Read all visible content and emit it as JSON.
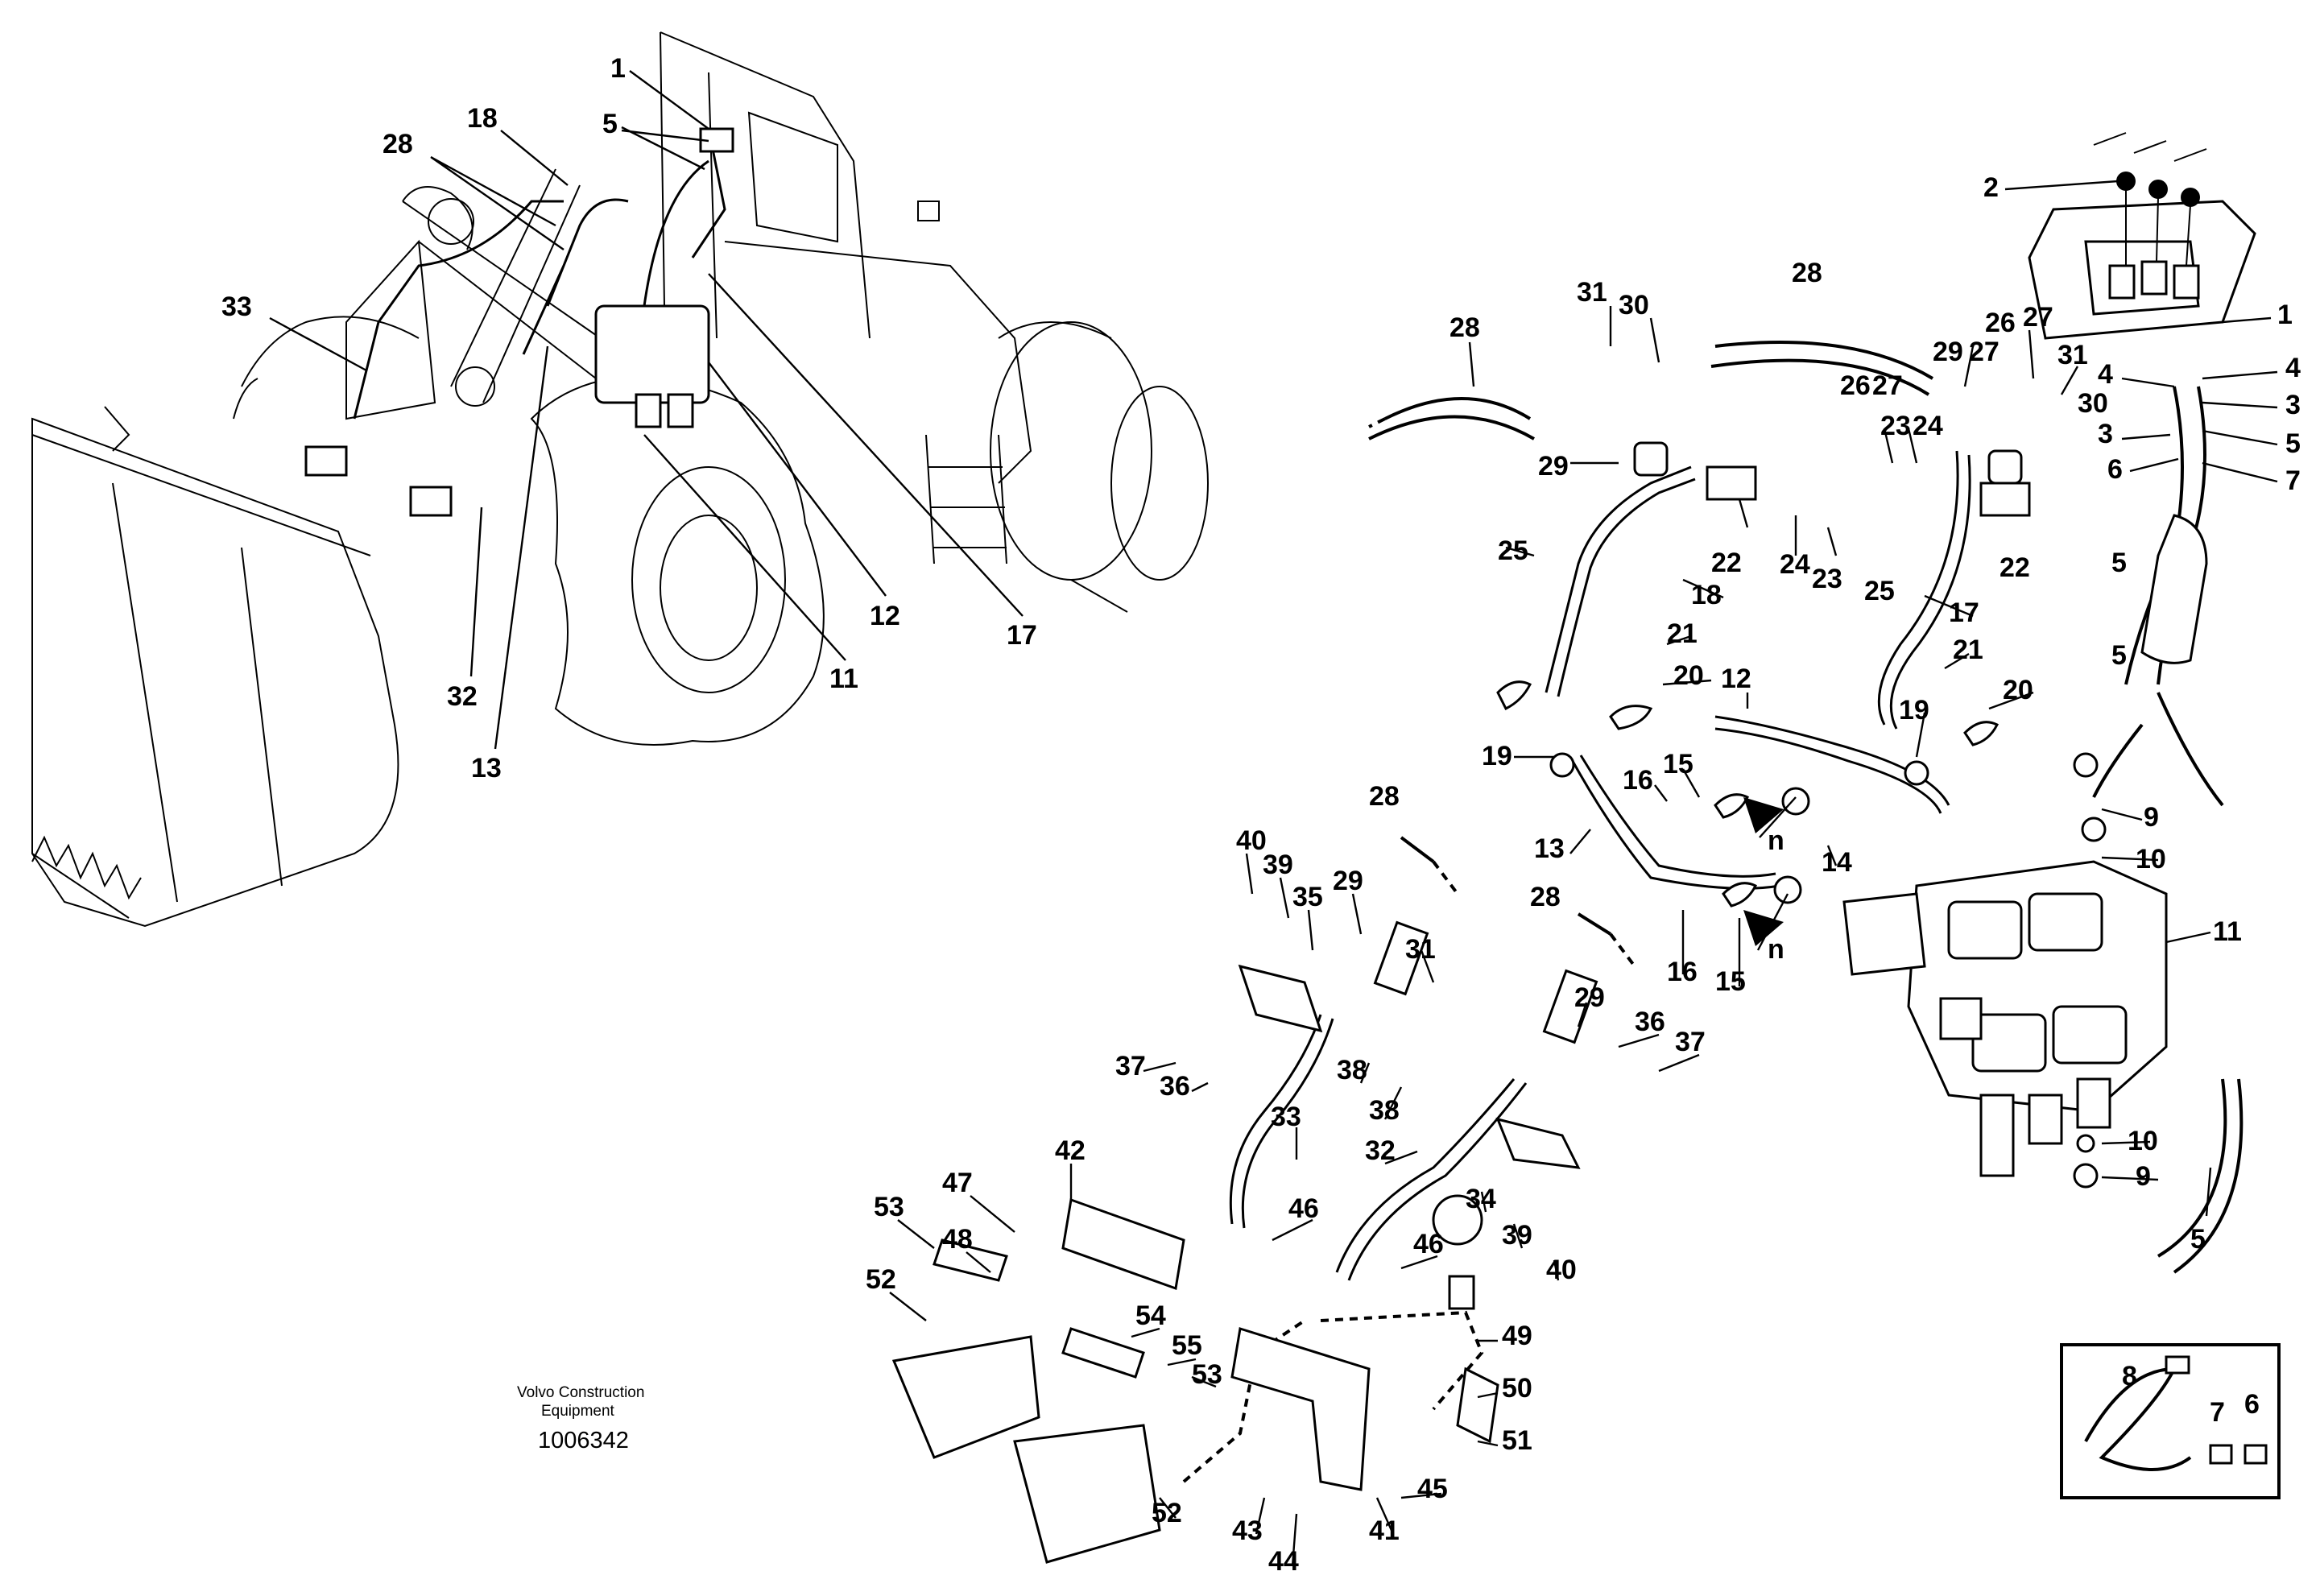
{
  "credit": {
    "line1": "Volvo Construction",
    "line2": "Equipment",
    "doc_number": "1006342"
  },
  "callouts": [
    "1",
    "2",
    "3",
    "4",
    "5",
    "6",
    "7",
    "8",
    "9",
    "10",
    "11",
    "12",
    "13",
    "14",
    "15",
    "16",
    "17",
    "18",
    "19",
    "20",
    "21",
    "22",
    "23",
    "24",
    "25",
    "26",
    "27",
    "28",
    "29",
    "30",
    "31",
    "32",
    "33",
    "34",
    "35",
    "36",
    "37",
    "38",
    "39",
    "40",
    "41",
    "42",
    "43",
    "44",
    "45",
    "46",
    "47",
    "48",
    "49",
    "50",
    "51",
    "52",
    "53",
    "54",
    "55",
    "n"
  ]
}
